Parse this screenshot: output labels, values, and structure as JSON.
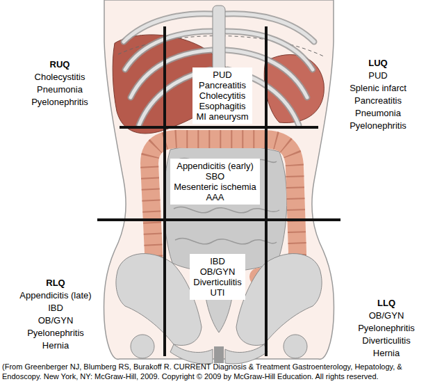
{
  "diagram": {
    "caption": "(From Greenberger NJ, Blumberg RS, Burakoff R. CURRENT Diagnosis & Treatment Gastroenterology, Hepatology, & Endoscopy. New York, NY: McGraw-Hill, 2009. Copyright © 2009 by McGraw-Hill Education. All rights reserved.",
    "nodes": [
      {
        "text": [
          "PUD",
          "Pancreatitis",
          "Cholecytitis",
          "Esophagitis",
          "MI aneurysm"
        ]
      },
      {
        "text": [
          "Appendicitis (early)",
          "SBO",
          "Mesenteric ischemia",
          "AAA"
        ]
      },
      {
        "text": [
          "IBD",
          "OB/GYN",
          "Diverticulitis",
          "UTI"
        ]
      }
    ],
    "labels": [
      "RUQ",
      "Cholecystitis",
      "Pneumonia",
      "Pyelonephritis",
      "LUQ",
      "PUD",
      "Splenic infarct",
      "Pancreatitis",
      "Pneumonia",
      "Pyelonephritis",
      "RLQ",
      "Appendicitis (late)",
      "IBD",
      "OB/GYN",
      "Pyelonephritis",
      "Hernia",
      "LLQ",
      "OB/GYN",
      "Pyelonephritis",
      "Diverticulitis",
      "Hernia"
    ]
  }
}
